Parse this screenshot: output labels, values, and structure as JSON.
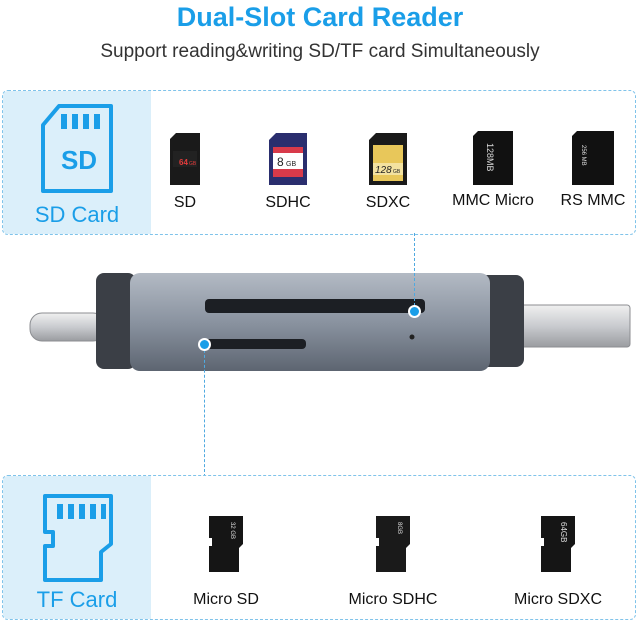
{
  "header": {
    "title": "Dual-Slot Card Reader",
    "subtitle": "Support reading&writing SD/TF card Simultaneously"
  },
  "sd_panel": {
    "badge_text": "SD",
    "label": "SD Card",
    "cards": [
      {
        "label": "SD",
        "print": "64",
        "print_suffix": "GB"
      },
      {
        "label": "SDHC",
        "print": "8",
        "print_suffix": "GB"
      },
      {
        "label": "SDXC",
        "print": "128",
        "print_suffix": "GB"
      },
      {
        "label": "MMC Micro",
        "print": "128MB"
      },
      {
        "label": "RS MMC",
        "print": "256 MB"
      }
    ]
  },
  "tf_panel": {
    "label": "TF Card",
    "cards": [
      {
        "label": "Micro SD",
        "print": "32 GB"
      },
      {
        "label": "Micro SDHC",
        "print": "8GB"
      },
      {
        "label": "Micro SDXC",
        "print": "64GB"
      }
    ]
  },
  "colors": {
    "accent": "#1a9ee8",
    "panel_bg": "#dbeffa",
    "device_body": "#8a93a0"
  }
}
